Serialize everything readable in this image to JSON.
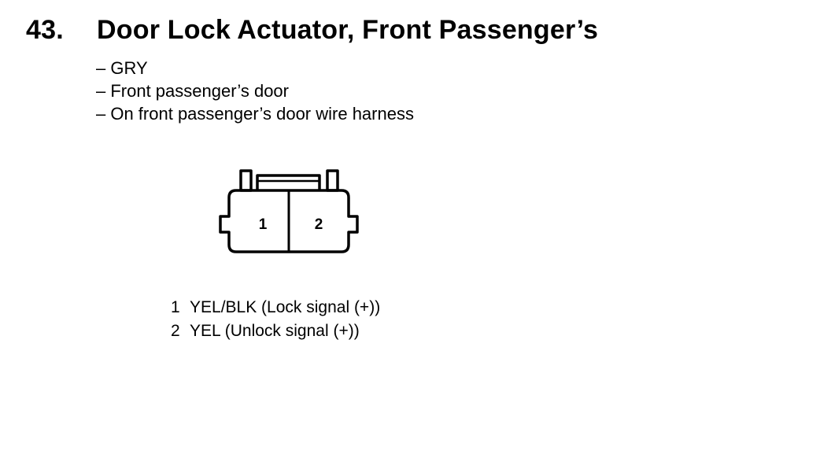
{
  "heading": {
    "number": "43.",
    "title": "Door Lock Actuator, Front Passenger’s"
  },
  "details": [
    "– GRY",
    "– Front passenger’s door",
    "– On front passenger’s door wire harness"
  ],
  "connector": {
    "cavity_labels": [
      "1",
      "2"
    ]
  },
  "pins": [
    {
      "number": "1",
      "description": "YEL/BLK (Lock signal (+))"
    },
    {
      "number": "2",
      "description": "YEL (Unlock signal (+))"
    }
  ]
}
